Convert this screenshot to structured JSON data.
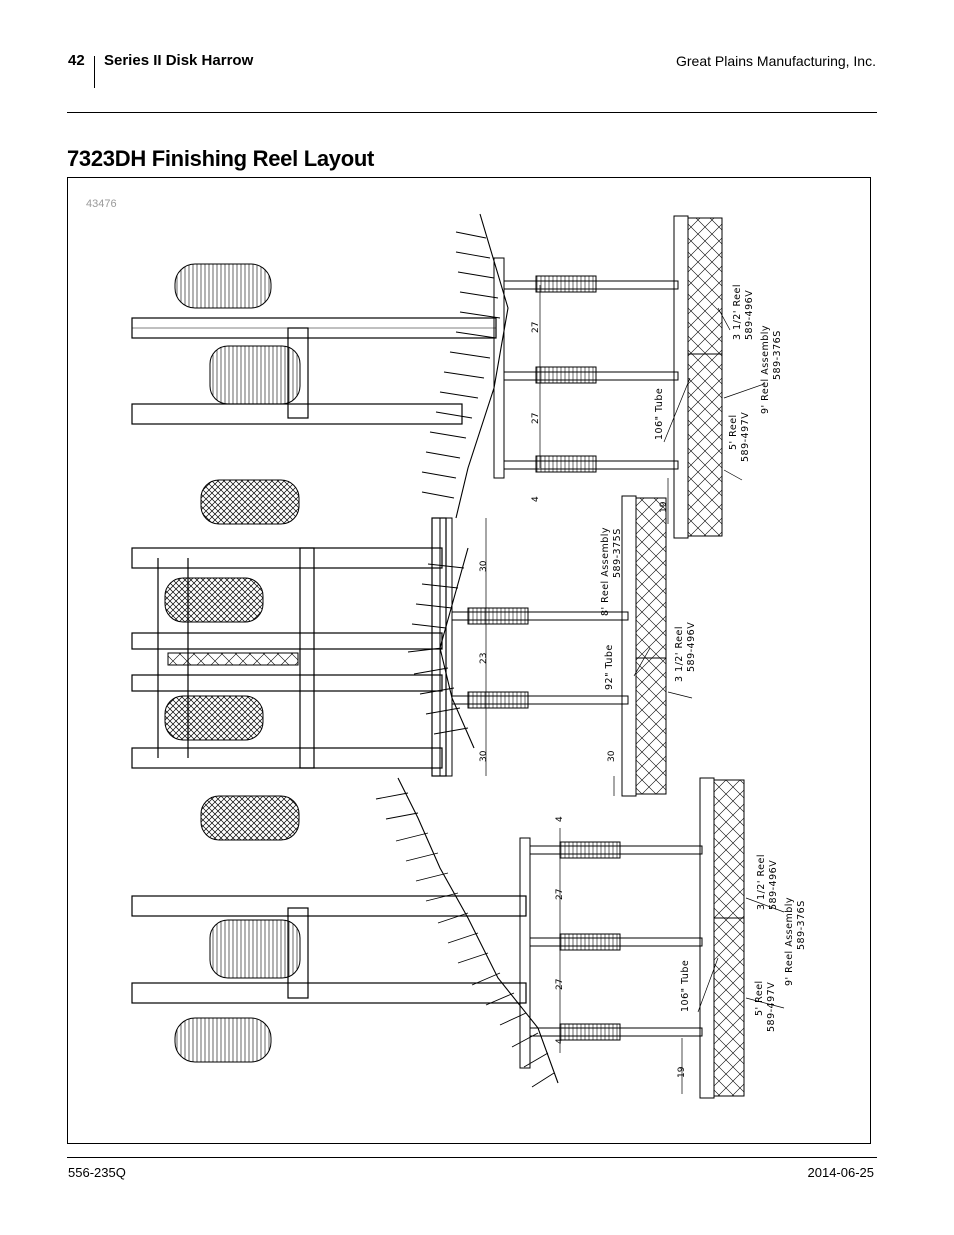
{
  "header": {
    "page_number": "42",
    "title": "Series II Disk Harrow",
    "company": "Great Plains Manufacturing, Inc."
  },
  "section": {
    "title": "7323DH Finishing Reel Layout"
  },
  "figure": {
    "id": "43476",
    "dimensions": {
      "top_27_a": "27",
      "top_27_b": "27",
      "top_4": "4",
      "top_19": "19",
      "mid_30_a": "30",
      "mid_23": "23",
      "mid_30_b": "30",
      "mid_30_c": "30",
      "bot_4_a": "4",
      "bot_27_a": "27",
      "bot_27_b": "27",
      "bot_4_b": "4",
      "bot_19": "19"
    },
    "callouts": {
      "top": {
        "reel_35": "3 1/2' Reel",
        "reel_35_part": "589-496V",
        "assembly": "9' Reel Assembly",
        "assembly_part": "589-376S",
        "tube": "106\" Tube",
        "reel_5": "5' Reel",
        "reel_5_part": "589-497V"
      },
      "mid": {
        "assembly": "8' Reel Assembly",
        "assembly_part": "589-375S",
        "tube": "92\" Tube",
        "reel_35": "3 1/2' Reel",
        "reel_35_part": "589-496V"
      },
      "bottom": {
        "reel_35": "3 1/2' Reel",
        "reel_35_part": "589-496V",
        "assembly": "9' Reel Assembly",
        "assembly_part": "589-376S",
        "tube": "106\" Tube",
        "reel_5": "5' Reel",
        "reel_5_part": "589-497V"
      }
    }
  },
  "footer": {
    "doc_number": "556-235Q",
    "date": "2014-06-25"
  }
}
